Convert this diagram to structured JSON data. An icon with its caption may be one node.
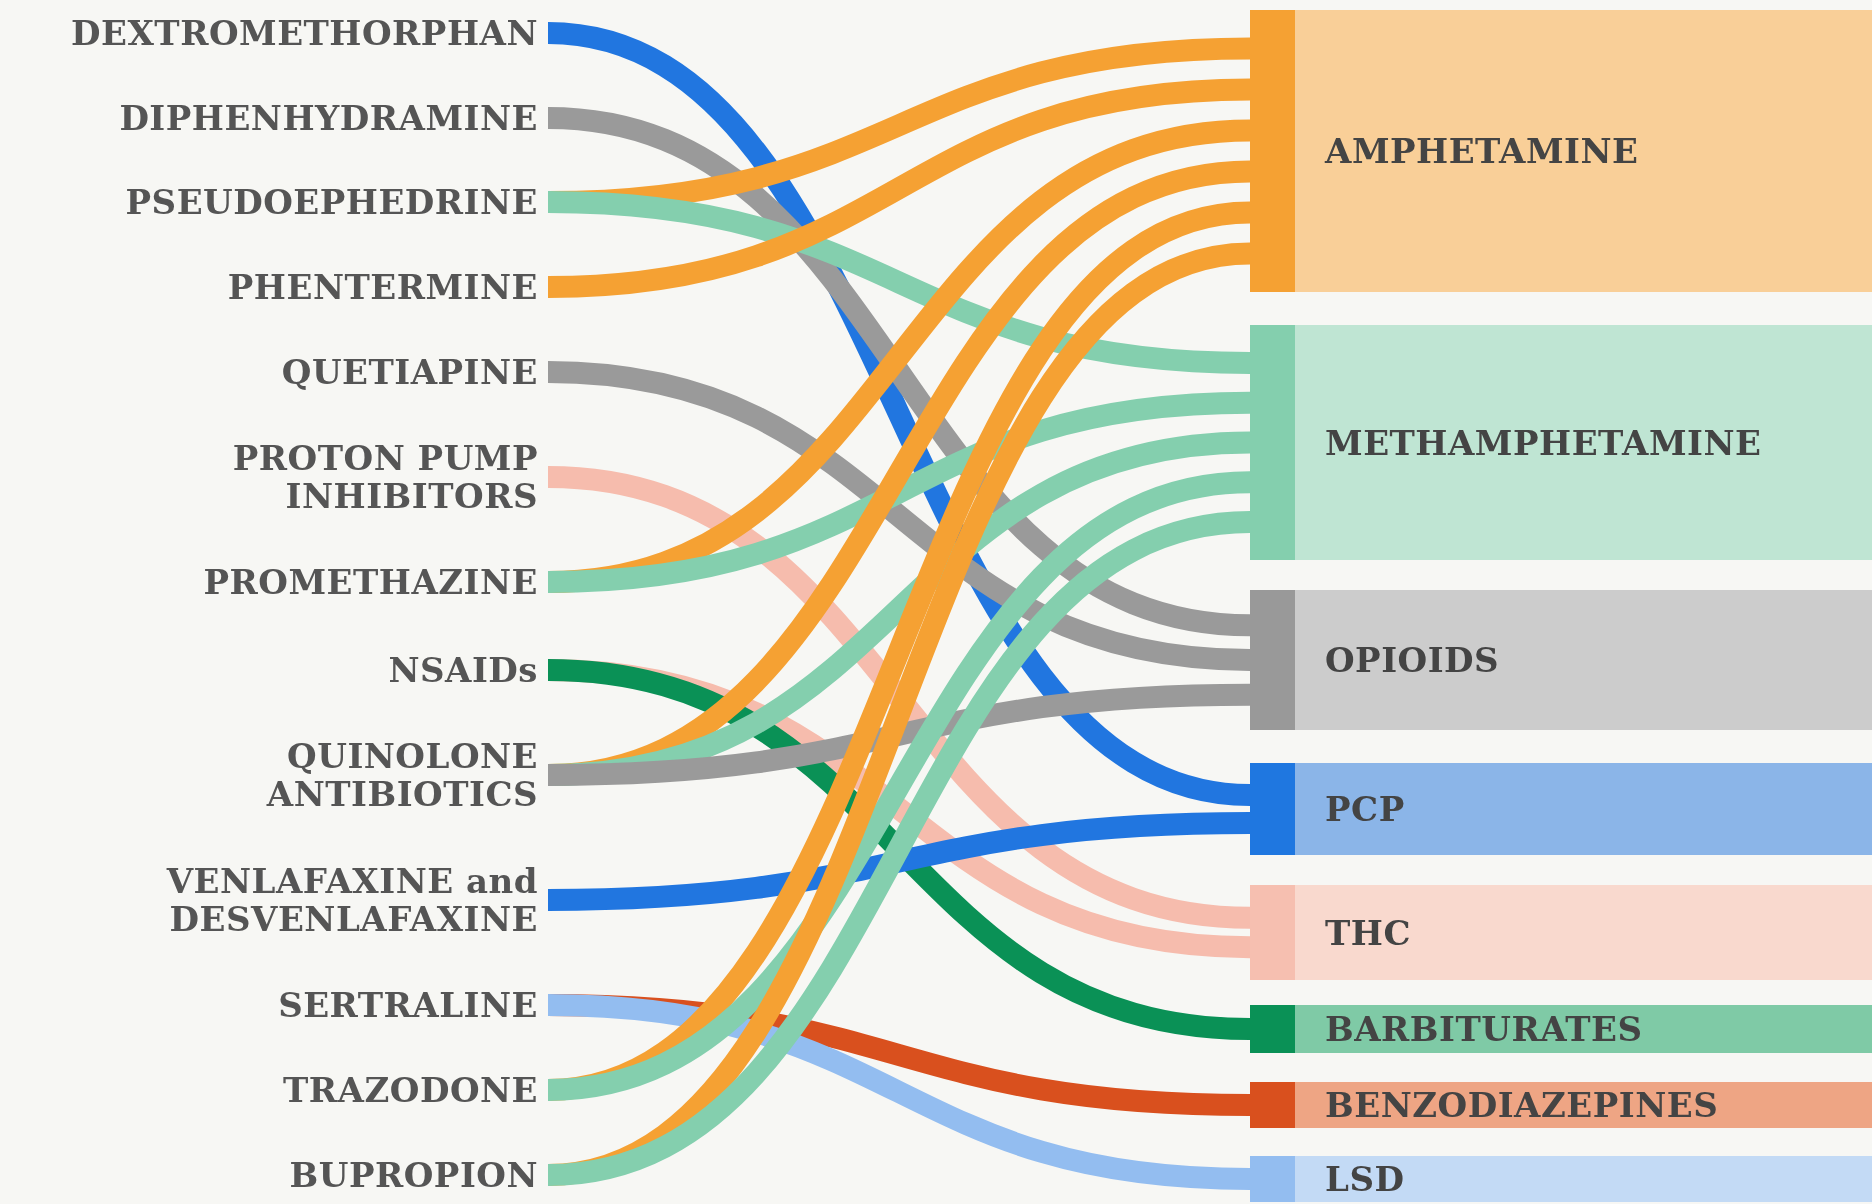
{
  "diagram": {
    "nodes": [
      {
        "text": [
          "DEXTROMETHORPHAN"
        ]
      },
      {
        "text": [
          "DIPHENHYDRAMINE"
        ]
      },
      {
        "text": [
          "PSEUDOEPHEDRINE"
        ]
      },
      {
        "text": [
          "PHENTERMINE"
        ]
      },
      {
        "text": [
          "QUETIAPINE"
        ]
      },
      {
        "text": [
          "PROTON PUMP INHIBITORS"
        ]
      },
      {
        "text": [
          "PROMETHAZINE"
        ]
      },
      {
        "text": [
          "NSAIDs"
        ]
      },
      {
        "text": [
          "QUINOLONE ANTIBIOTICS"
        ]
      },
      {
        "text": [
          "VENLAFAXINE and DESVENLAFAXINE"
        ]
      },
      {
        "text": [
          "SERTRALINE"
        ]
      },
      {
        "text": [
          "TRAZODONE"
        ]
      },
      {
        "text": [
          "BUPROPION"
        ]
      },
      {
        "text": [
          "AMPHETAMINE"
        ]
      },
      {
        "text": [
          "METHAMPHETAMINE"
        ]
      },
      {
        "text": [
          "OPIOIDS"
        ]
      },
      {
        "text": [
          "PCP"
        ]
      },
      {
        "text": [
          "THC"
        ]
      },
      {
        "text": [
          "BARBITURATES"
        ]
      },
      {
        "text": [
          "BENZODIAZEPINES"
        ]
      },
      {
        "text": [
          "LSD"
        ]
      }
    ],
    "edges": [
      {
        "from": 0,
        "to": 16,
        "arrow": "none",
        "color": "#2176e0"
      },
      {
        "from": 1,
        "to": 15,
        "arrow": "none",
        "color": "#9a9a9a"
      },
      {
        "from": 2,
        "to": 13,
        "arrow": "none",
        "color": "#f5a133"
      },
      {
        "from": 2,
        "to": 14,
        "arrow": "none",
        "color": "#84cfae"
      },
      {
        "from": 3,
        "to": 13,
        "arrow": "none",
        "color": "#f5a133"
      },
      {
        "from": 4,
        "to": 15,
        "arrow": "none",
        "color": "#9a9a9a"
      },
      {
        "from": 5,
        "to": 17,
        "arrow": "none",
        "color": "#f6bcad"
      },
      {
        "from": 6,
        "to": 13,
        "arrow": "none",
        "color": "#f5a133"
      },
      {
        "from": 6,
        "to": 14,
        "arrow": "none",
        "color": "#84cfae"
      },
      {
        "from": 7,
        "to": 17,
        "arrow": "none",
        "color": "#f6bcad"
      },
      {
        "from": 7,
        "to": 18,
        "arrow": "none",
        "color": "#0a9156"
      },
      {
        "from": 8,
        "to": 13,
        "arrow": "none",
        "color": "#f5a133"
      },
      {
        "from": 8,
        "to": 14,
        "arrow": "none",
        "color": "#84cfae"
      },
      {
        "from": 8,
        "to": 15,
        "arrow": "none",
        "color": "#9a9a9a"
      },
      {
        "from": 9,
        "to": 16,
        "arrow": "none",
        "color": "#2176e0"
      },
      {
        "from": 10,
        "to": 19,
        "arrow": "none",
        "color": "#d9501e"
      },
      {
        "from": 10,
        "to": 20,
        "arrow": "none",
        "color": "#93bdf0"
      },
      {
        "from": 11,
        "to": 13,
        "arrow": "none",
        "color": "#f5a133"
      },
      {
        "from": 11,
        "to": 14,
        "arrow": "none",
        "color": "#84cfae"
      },
      {
        "from": 12,
        "to": 13,
        "arrow": "none",
        "color": "#f5a133"
      },
      {
        "from": 12,
        "to": 14,
        "arrow": "none",
        "color": "#84cfae"
      }
    ]
  }
}
